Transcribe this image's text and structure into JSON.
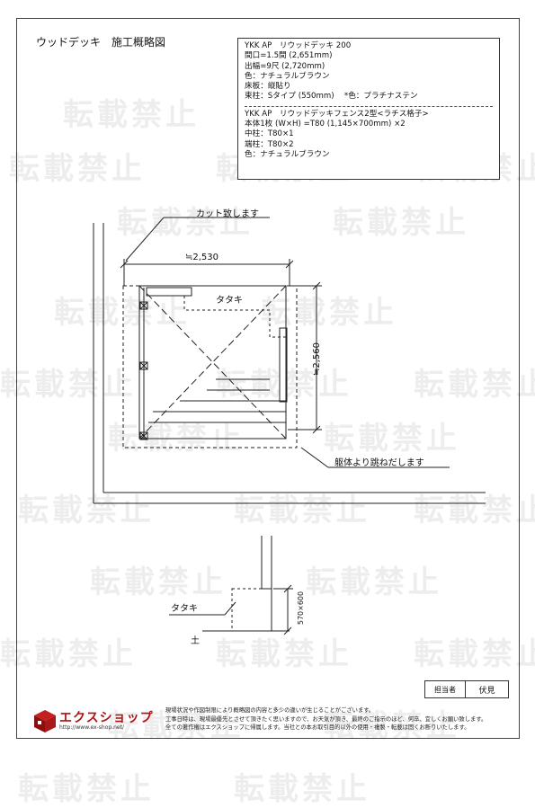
{
  "title": "ウッドデッキ　施工概略図",
  "spec": {
    "deck_lines": [
      "YKK AP　リウッドデッキ 200",
      "間口=1.5間 (2,651mm)",
      "出幅=9尺 (2,720mm)",
      "色：ナチュラルブラウン",
      "床板：縦貼り",
      "束柱：Sタイプ (550mm)　 *色：プラチナステン"
    ],
    "fence_lines": [
      "YKK AP　リウッドデッキフェンス2型<ラチス格子>",
      "本体1枚 (W×H) =T80 (1,145×700mm) ×2",
      "中柱：T80×1",
      "端柱：T80×2",
      "色：ナチュラルブラウン"
    ]
  },
  "labels": {
    "cut": "カット致します",
    "width_dim": "≒2,530",
    "tataki_plan": "タタキ",
    "depth_dim": "≒2,560",
    "overhang": "躯体より跳ねだします",
    "tataki_section": "タタキ",
    "section_dim": "570×600",
    "soil": "土"
  },
  "footer": {
    "staff_label": "担当者",
    "staff_name": "伏見",
    "company": "エクスショップ",
    "url": "http://www.ex-shop.net/",
    "notes": [
      "現場状況や作図制限により概略図の内容と多少の違いが生じることがございます。",
      "工事日時は、現場最優先とさせて頂きたく思いますので、お天気が頂き、最終のご指示のほど、何卒、宜しくお願い致します。",
      "全ての著作権はエクスショップに帰属します。当社との本お取引目的以外の使用・複製・転載は固くお断りいたします。"
    ]
  },
  "watermark": "転載禁止"
}
